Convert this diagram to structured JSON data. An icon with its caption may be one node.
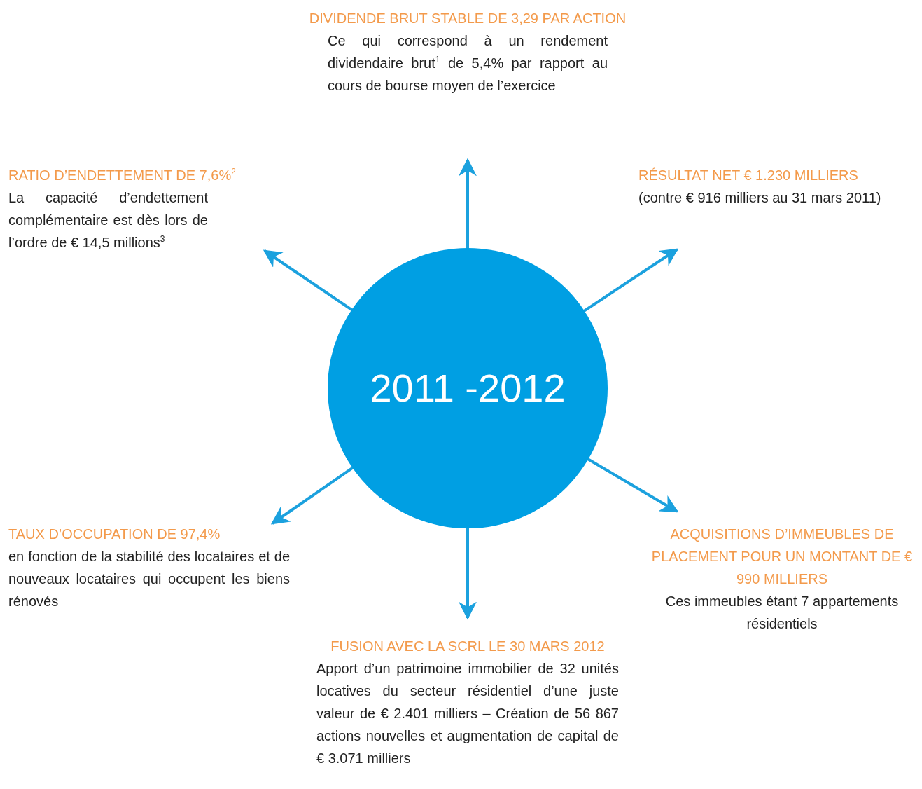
{
  "diagram": {
    "nodes": [
      {
        "text": [
          "2011 -2012"
        ]
      },
      {
        "text": [
          "DIVIDENDE BRUT STABLE DE 3,29 PAR ACTION",
          "Ce qui correspond à un rendement dividendaire brut$^{1}$ de 5,4% par rapport au cours de bourse moyen de l’exercice"
        ]
      },
      {
        "text": [
          "RATIO D’ENDETTEMENT DE 7,6%$^{2}$",
          "La capacité d’endettement complémentaire est dès lors de l’ordre de € 14,5 millions$^{3}$"
        ]
      },
      {
        "text": [
          "RÉSULTAT NET € 1.230 MILLIERS",
          "(contre € 916 milliers au 31 mars 2011)"
        ]
      },
      {
        "text": [
          "TAUX D’OCCUPATION DE 97,4%",
          "en fonction de la stabilité des locataires et de nouveaux locataires qui occupent les biens rénovés"
        ]
      },
      {
        "text": [
          "ACQUISITIONS D’IMMEUBLES DE PLACEMENT POUR UN MONTANT DE € 990 MILLIERS",
          "Ces immeubles étant 7 appartements résidentiels"
        ]
      },
      {
        "text": [
          "FUSION AVEC LA SCRL LE 30 MARS 2012",
          "Apport d’un patrimoine immobilier de 32 unités locatives du secteur résidentiel d’une juste valeur de € 2.401 milliers – Création de 56 867 actions nouvelles et augmentation de capital de € 3.071 milliers"
        ]
      }
    ],
    "edges": [
      {
        "from": 0,
        "to": 1,
        "arrow": "to"
      },
      {
        "from": 0,
        "to": 2,
        "arrow": "to"
      },
      {
        "from": 0,
        "to": 3,
        "arrow": "to"
      },
      {
        "from": 0,
        "to": 4,
        "arrow": "to"
      },
      {
        "from": 0,
        "to": 5,
        "arrow": "to"
      },
      {
        "from": 0,
        "to": 6,
        "arrow": "to"
      }
    ]
  }
}
